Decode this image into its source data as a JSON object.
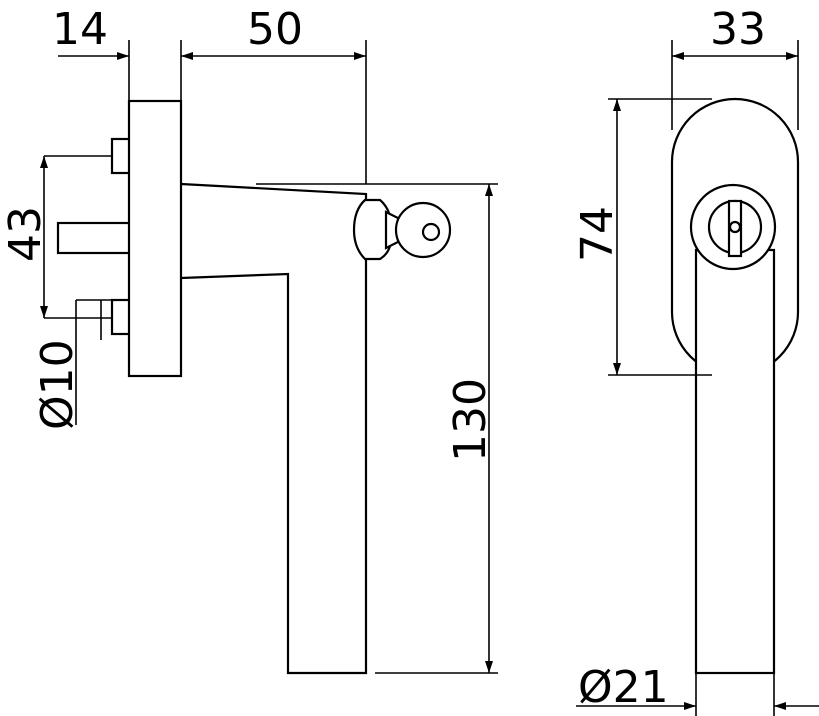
{
  "dimensions": {
    "flange_thickness": "14",
    "handle_projection": "50",
    "rosette_width": "33",
    "screw_spacing": "43",
    "spindle_diameter": "Ø10",
    "rosette_height": "74",
    "lever_length": "130",
    "lever_diameter": "Ø21"
  }
}
